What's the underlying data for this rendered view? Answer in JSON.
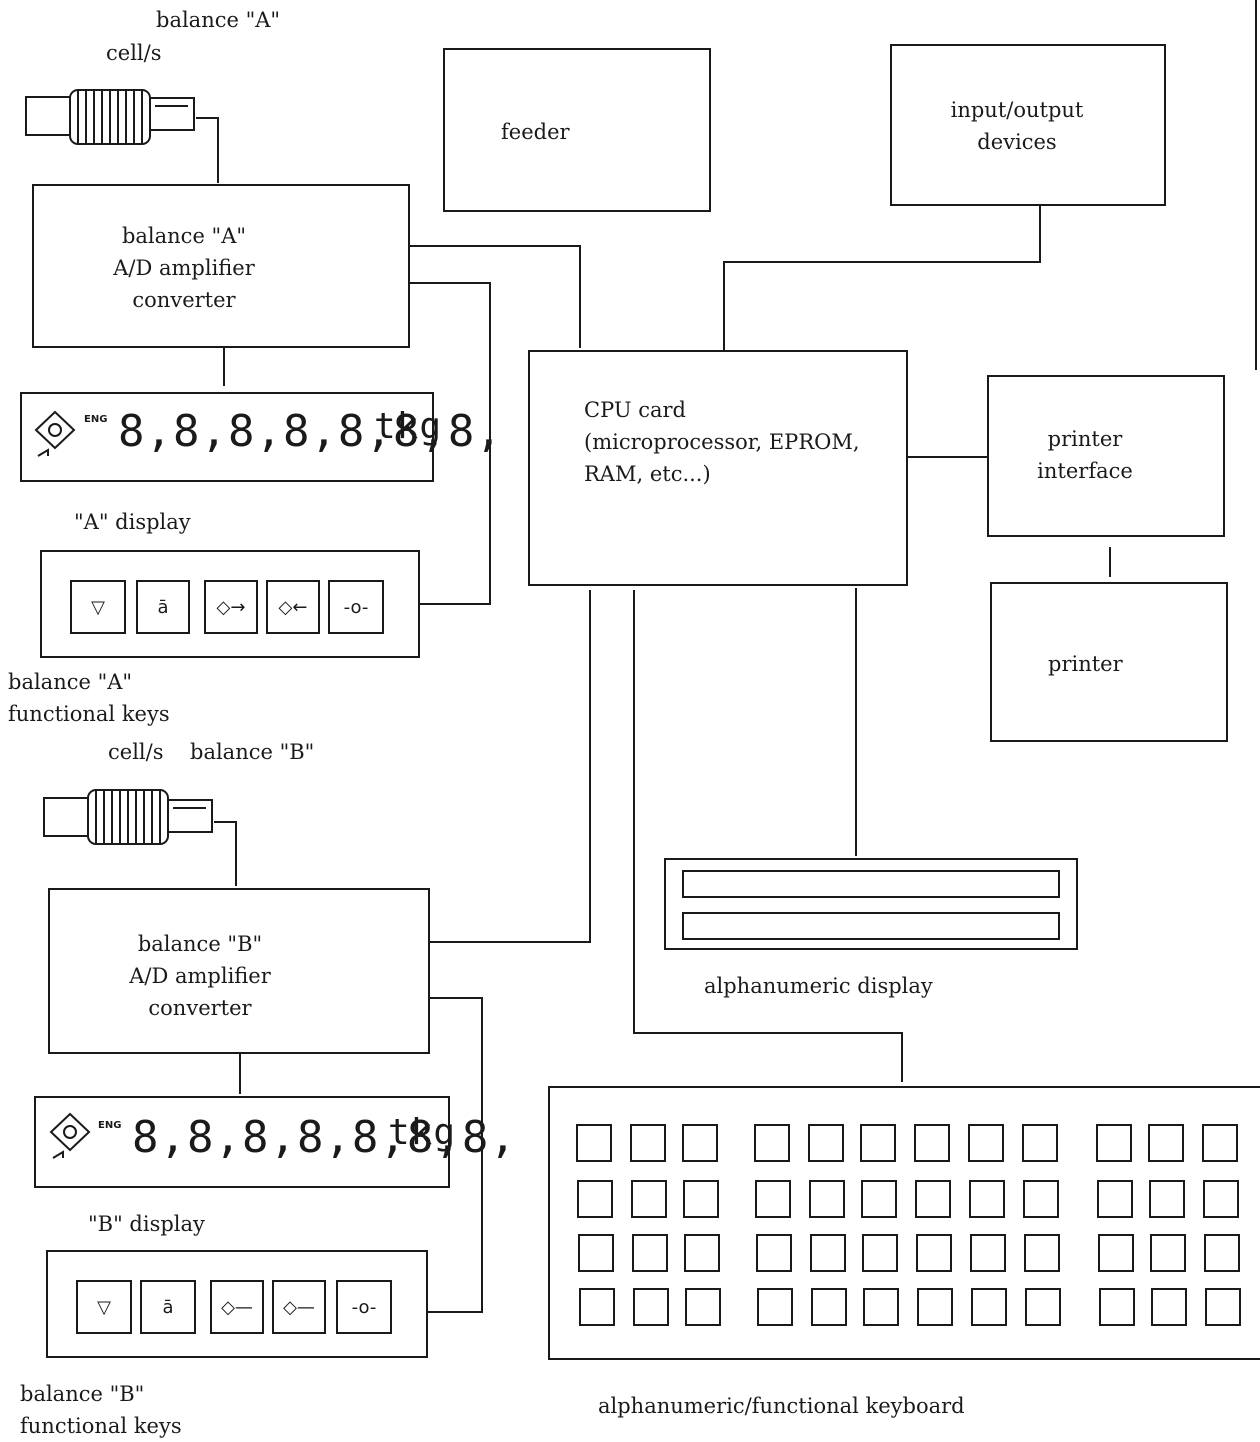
{
  "labels": {
    "balance_a_title": "balance \"A\"",
    "cells_a": "cell/s",
    "cells_b": "cell/s",
    "balance_b_title": "balance \"B\"",
    "a_display": "\"A\" display",
    "b_display": "\"B\" display",
    "balance_a_keys": "balance \"A\"\nfunctional keys",
    "balance_b_keys": "balance \"B\"\nfunctional keys",
    "alnum_display": "alphanumeric display",
    "keyboard": "alphanumeric/functional keyboard"
  },
  "boxes": {
    "amp_a": "balance \"A\"\nA/D amplifier\nconverter",
    "amp_b": "balance \"B\"\nA/D amplifier\nconverter",
    "feeder": "feeder",
    "io": "input/output\ndevices",
    "cpu": "CPU card\n(microprocessor, EPROM,\nRAM, etc...)",
    "printer_if": "printer\ninterface",
    "printer": "printer"
  },
  "weight_display": {
    "eng": "ENG",
    "digits": "8,8,8,8,8,8,8,",
    "unit": "tkg"
  },
  "function_keys": [
    "tare-key",
    "zero-key",
    "preset-tare-in-key",
    "preset-tare-out-key",
    "zero-set-key"
  ]
}
